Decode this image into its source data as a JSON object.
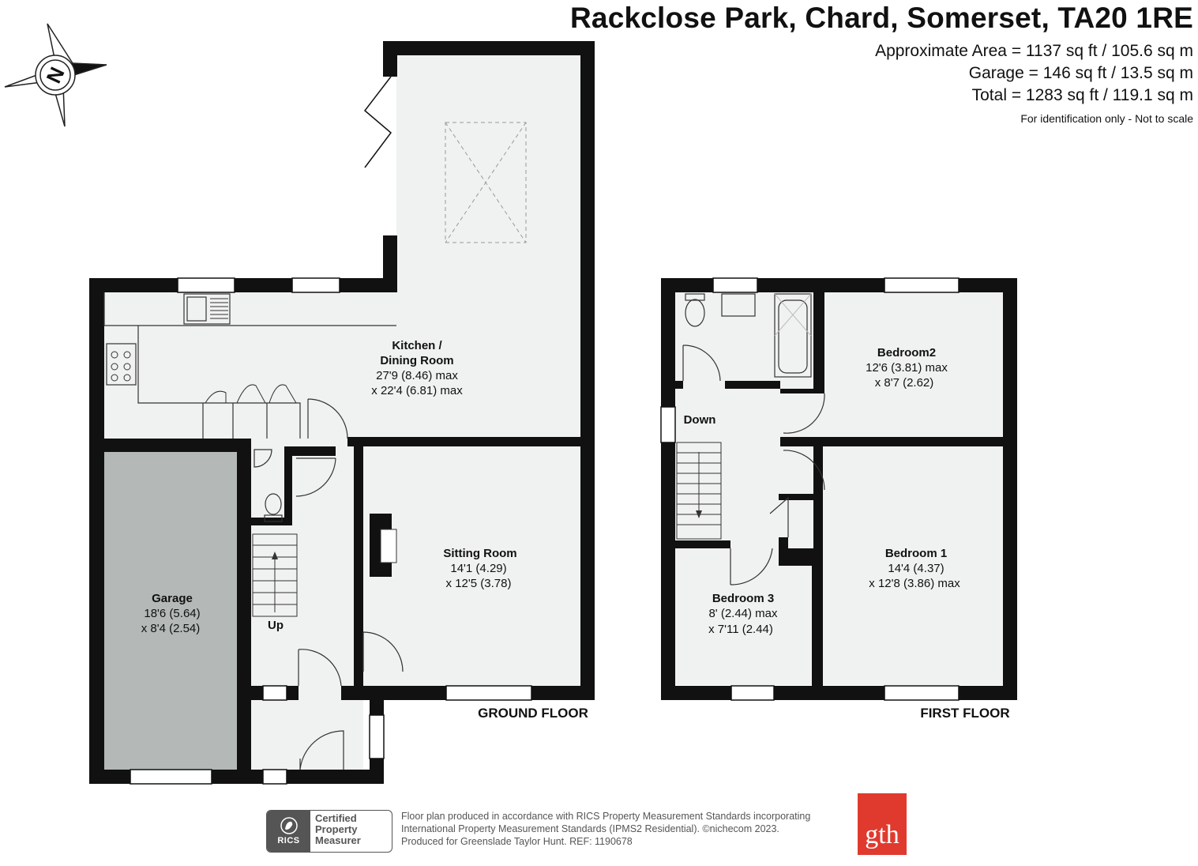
{
  "header": {
    "address": "Rackclose Park, Chard, Somerset, TA20 1RE",
    "approx_area": "Approximate Area = 1137 sq ft / 105.6 sq m",
    "garage_area": "Garage = 146 sq ft / 13.5 sq m",
    "total_area": "Total = 1283 sq ft / 119.1 sq m",
    "identification": "For identification only - Not to scale"
  },
  "compass": {
    "letter": "N"
  },
  "ground_floor": {
    "label": "GROUND FLOOR",
    "kitchen": {
      "name_1": "Kitchen /",
      "name_2": "Dining Room",
      "dim_1": "27'9 (8.46) max",
      "dim_2": "x 22'4 (6.81) max"
    },
    "sitting": {
      "name": "Sitting Room",
      "dim_1": "14'1 (4.29)",
      "dim_2": "x 12'5 (3.78)"
    },
    "garage": {
      "name": "Garage",
      "dim_1": "18'6 (5.64)",
      "dim_2": "x 8'4 (2.54)"
    },
    "stairs": "Up"
  },
  "first_floor": {
    "label": "FIRST FLOOR",
    "bedroom2": {
      "name": "Bedroom2",
      "dim_1": "12'6 (3.81) max",
      "dim_2": "x 8'7 (2.62)"
    },
    "bedroom1": {
      "name": "Bedroom 1",
      "dim_1": "14'4 (4.37)",
      "dim_2": "x 12'8 (3.86) max"
    },
    "bedroom3": {
      "name": "Bedroom 3",
      "dim_1": "8' (2.44) max",
      "dim_2": "x 7'11 (2.44)"
    },
    "stairs": "Down"
  },
  "footer": {
    "line_1": "Floor plan produced in accordance with RICS Property Measurement Standards incorporating",
    "line_2": "International Property Measurement Standards (IPMS2 Residential).  ©nichecom 2023.",
    "line_3": "Produced for Greenslade Taylor Hunt.   REF: 1190678",
    "rics_word": "RICS",
    "cert_1": "Certified",
    "cert_2": "Property",
    "cert_3": "Measurer",
    "brand": "gth"
  },
  "colors": {
    "wall": "#111111",
    "floor": "#f0f2f1",
    "garage": "#b4b9b7",
    "brand": "#e03a2f"
  }
}
